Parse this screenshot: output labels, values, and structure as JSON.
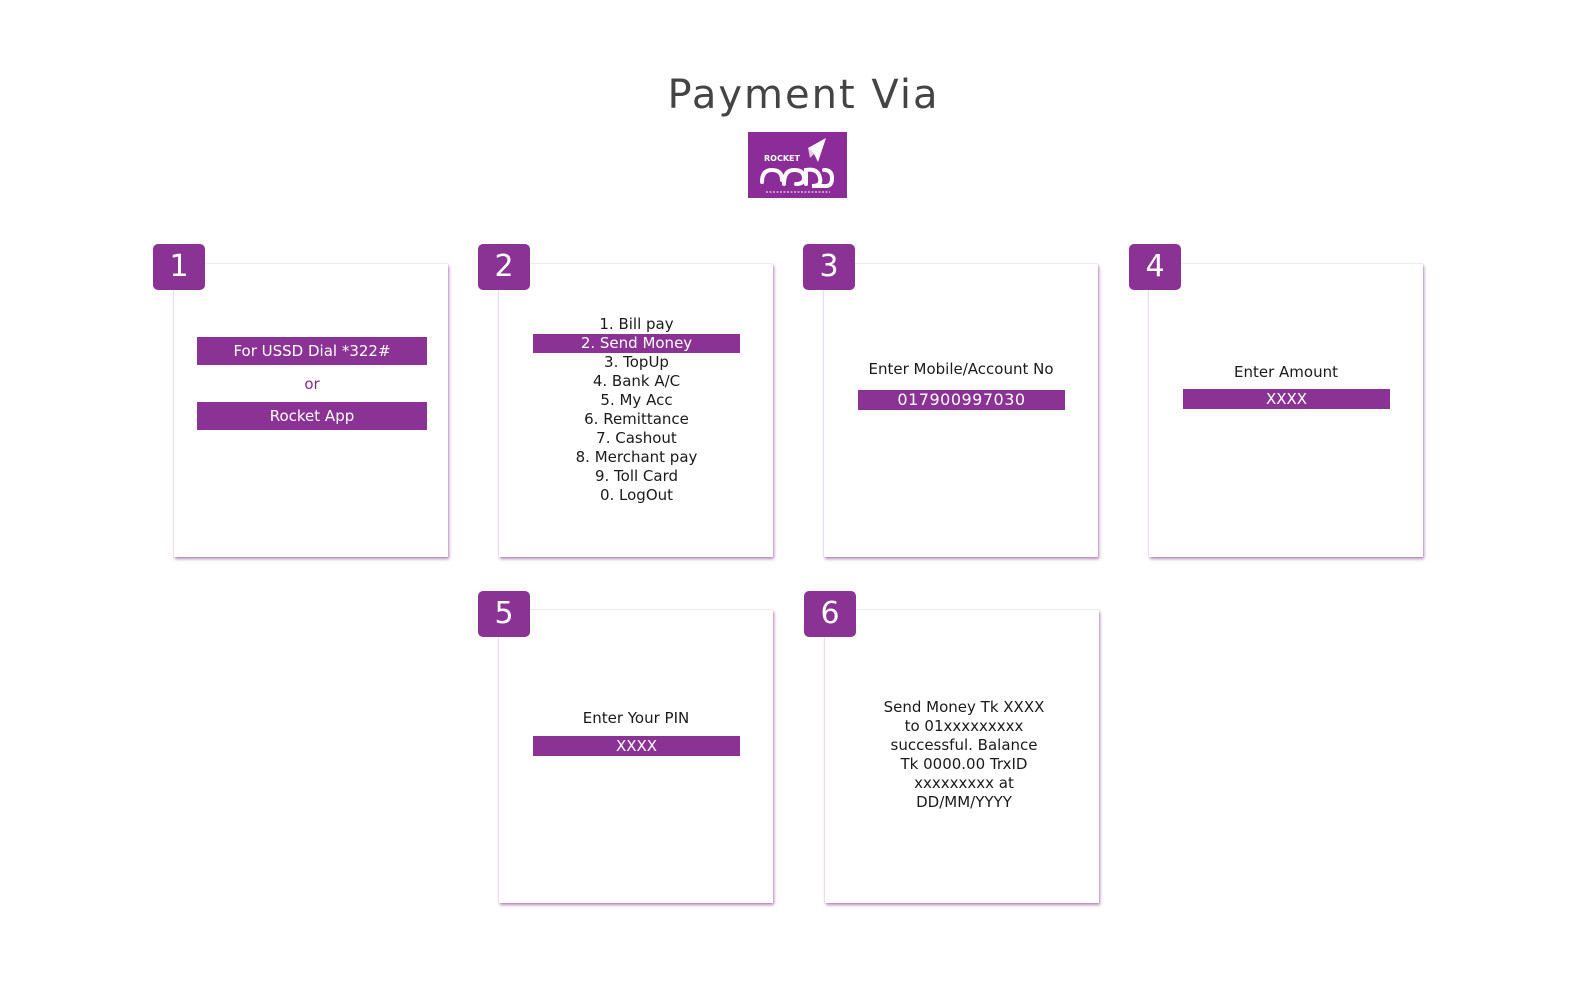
{
  "title": "Payment Via",
  "logo": {
    "label": "ROCKET",
    "tagline": "রকেট"
  },
  "colors": {
    "accent": "#8b3395",
    "logo_bg": "#8b2c98"
  },
  "steps": [
    {
      "number": "1",
      "ussd_label": "For USSD Dial *322#",
      "or_label": "or",
      "app_label": "Rocket App"
    },
    {
      "number": "2",
      "menu": [
        "1. Bill pay",
        "2. Send Money",
        "3. TopUp",
        "4. Bank A/C",
        "5. My Acc",
        "6. Remittance",
        "7. Cashout",
        "8. Merchant pay",
        "9. Toll Card",
        "0. LogOut"
      ],
      "selected_index": 1
    },
    {
      "number": "3",
      "prompt": "Enter Mobile/Account No",
      "value": "017900997030"
    },
    {
      "number": "4",
      "prompt": "Enter Amount",
      "value": "XXXX"
    },
    {
      "number": "5",
      "prompt": "Enter Your PIN",
      "value": "XXXX"
    },
    {
      "number": "6",
      "message": "Send Money Tk XXXX\nto 01xxxxxxxxx\nsuccessful. Balance\nTk 0000.00 TrxID\nxxxxxxxxx at\nDD/MM/YYYY"
    }
  ]
}
